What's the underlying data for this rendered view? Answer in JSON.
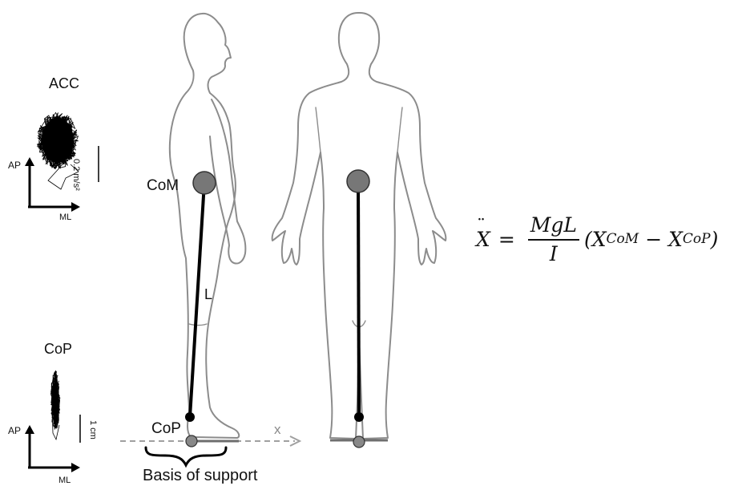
{
  "acc_panel": {
    "title": "ACC",
    "ap_label": "AP",
    "ml_label": "ML",
    "scale_label": "0.2 m/s²"
  },
  "cop_panel": {
    "title": "CoP",
    "ap_label": "AP",
    "ml_label": "ML",
    "scale_label": "1 cm"
  },
  "figure": {
    "com_label": "CoM",
    "cop_label": "CoP",
    "length_label": "L",
    "x_axis_label": "x",
    "base_label": "Basis of support"
  },
  "equation": {
    "lhs": "X",
    "equals": "=",
    "numerator": "MgL",
    "denominator": "I",
    "open_paren": "(X",
    "com_sub": "CoM",
    "minus": "− X",
    "cop_sub": "CoP",
    "close_paren": ")"
  },
  "colors": {
    "body_outline": "#8c8c8c",
    "com_fill": "#777777",
    "cop_fill": "#888888",
    "pendulum": "#000000",
    "dashed_axis": "#a0a0a0",
    "base_line": "#6e6e6e"
  }
}
